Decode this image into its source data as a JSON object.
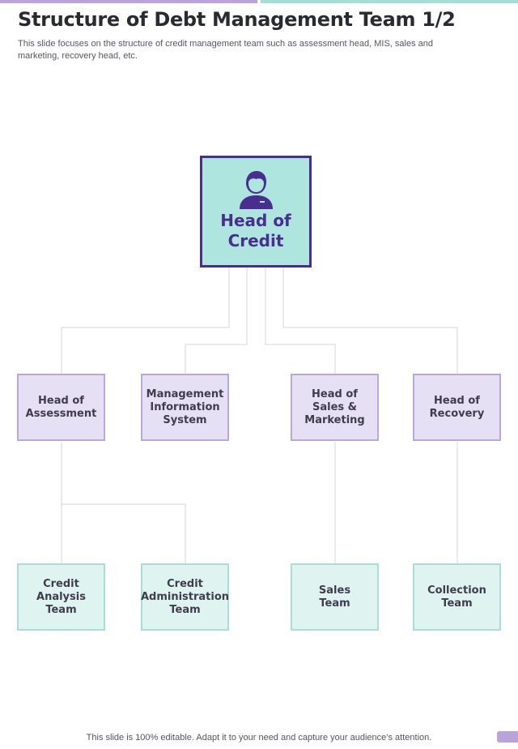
{
  "header": {
    "title": "Structure of Debt Management Team 1/2",
    "subtitle": "This slide focuses on the structure of credit management team such as assessment head, MIS, sales and marketing, recovery head, etc."
  },
  "colors": {
    "accent_purple": "#4a2e8f",
    "root_fill": "#aee5df",
    "mid_fill": "#e6e0f4",
    "mid_border": "#b8a8dc",
    "bottom_fill": "#dff4f1",
    "bottom_border": "#a8ded6"
  },
  "org": {
    "root": {
      "label": "Head of\nCredit",
      "icon": "person-icon"
    },
    "heads": [
      {
        "label": "Head of\nAssessment"
      },
      {
        "label": "Management\nInformation\nSystem"
      },
      {
        "label": "Head of\nSales &\nMarketing"
      },
      {
        "label": "Head of\nRecovery"
      }
    ],
    "teams": [
      {
        "label": "Credit\nAnalysis\nTeam"
      },
      {
        "label": "Credit\nAdministration\nTeam"
      },
      {
        "label": "Sales\nTeam"
      },
      {
        "label": "Collection\nTeam"
      }
    ]
  },
  "footer": {
    "text": "This slide is 100% editable. Adapt it to your need and capture your audience’s attention."
  }
}
